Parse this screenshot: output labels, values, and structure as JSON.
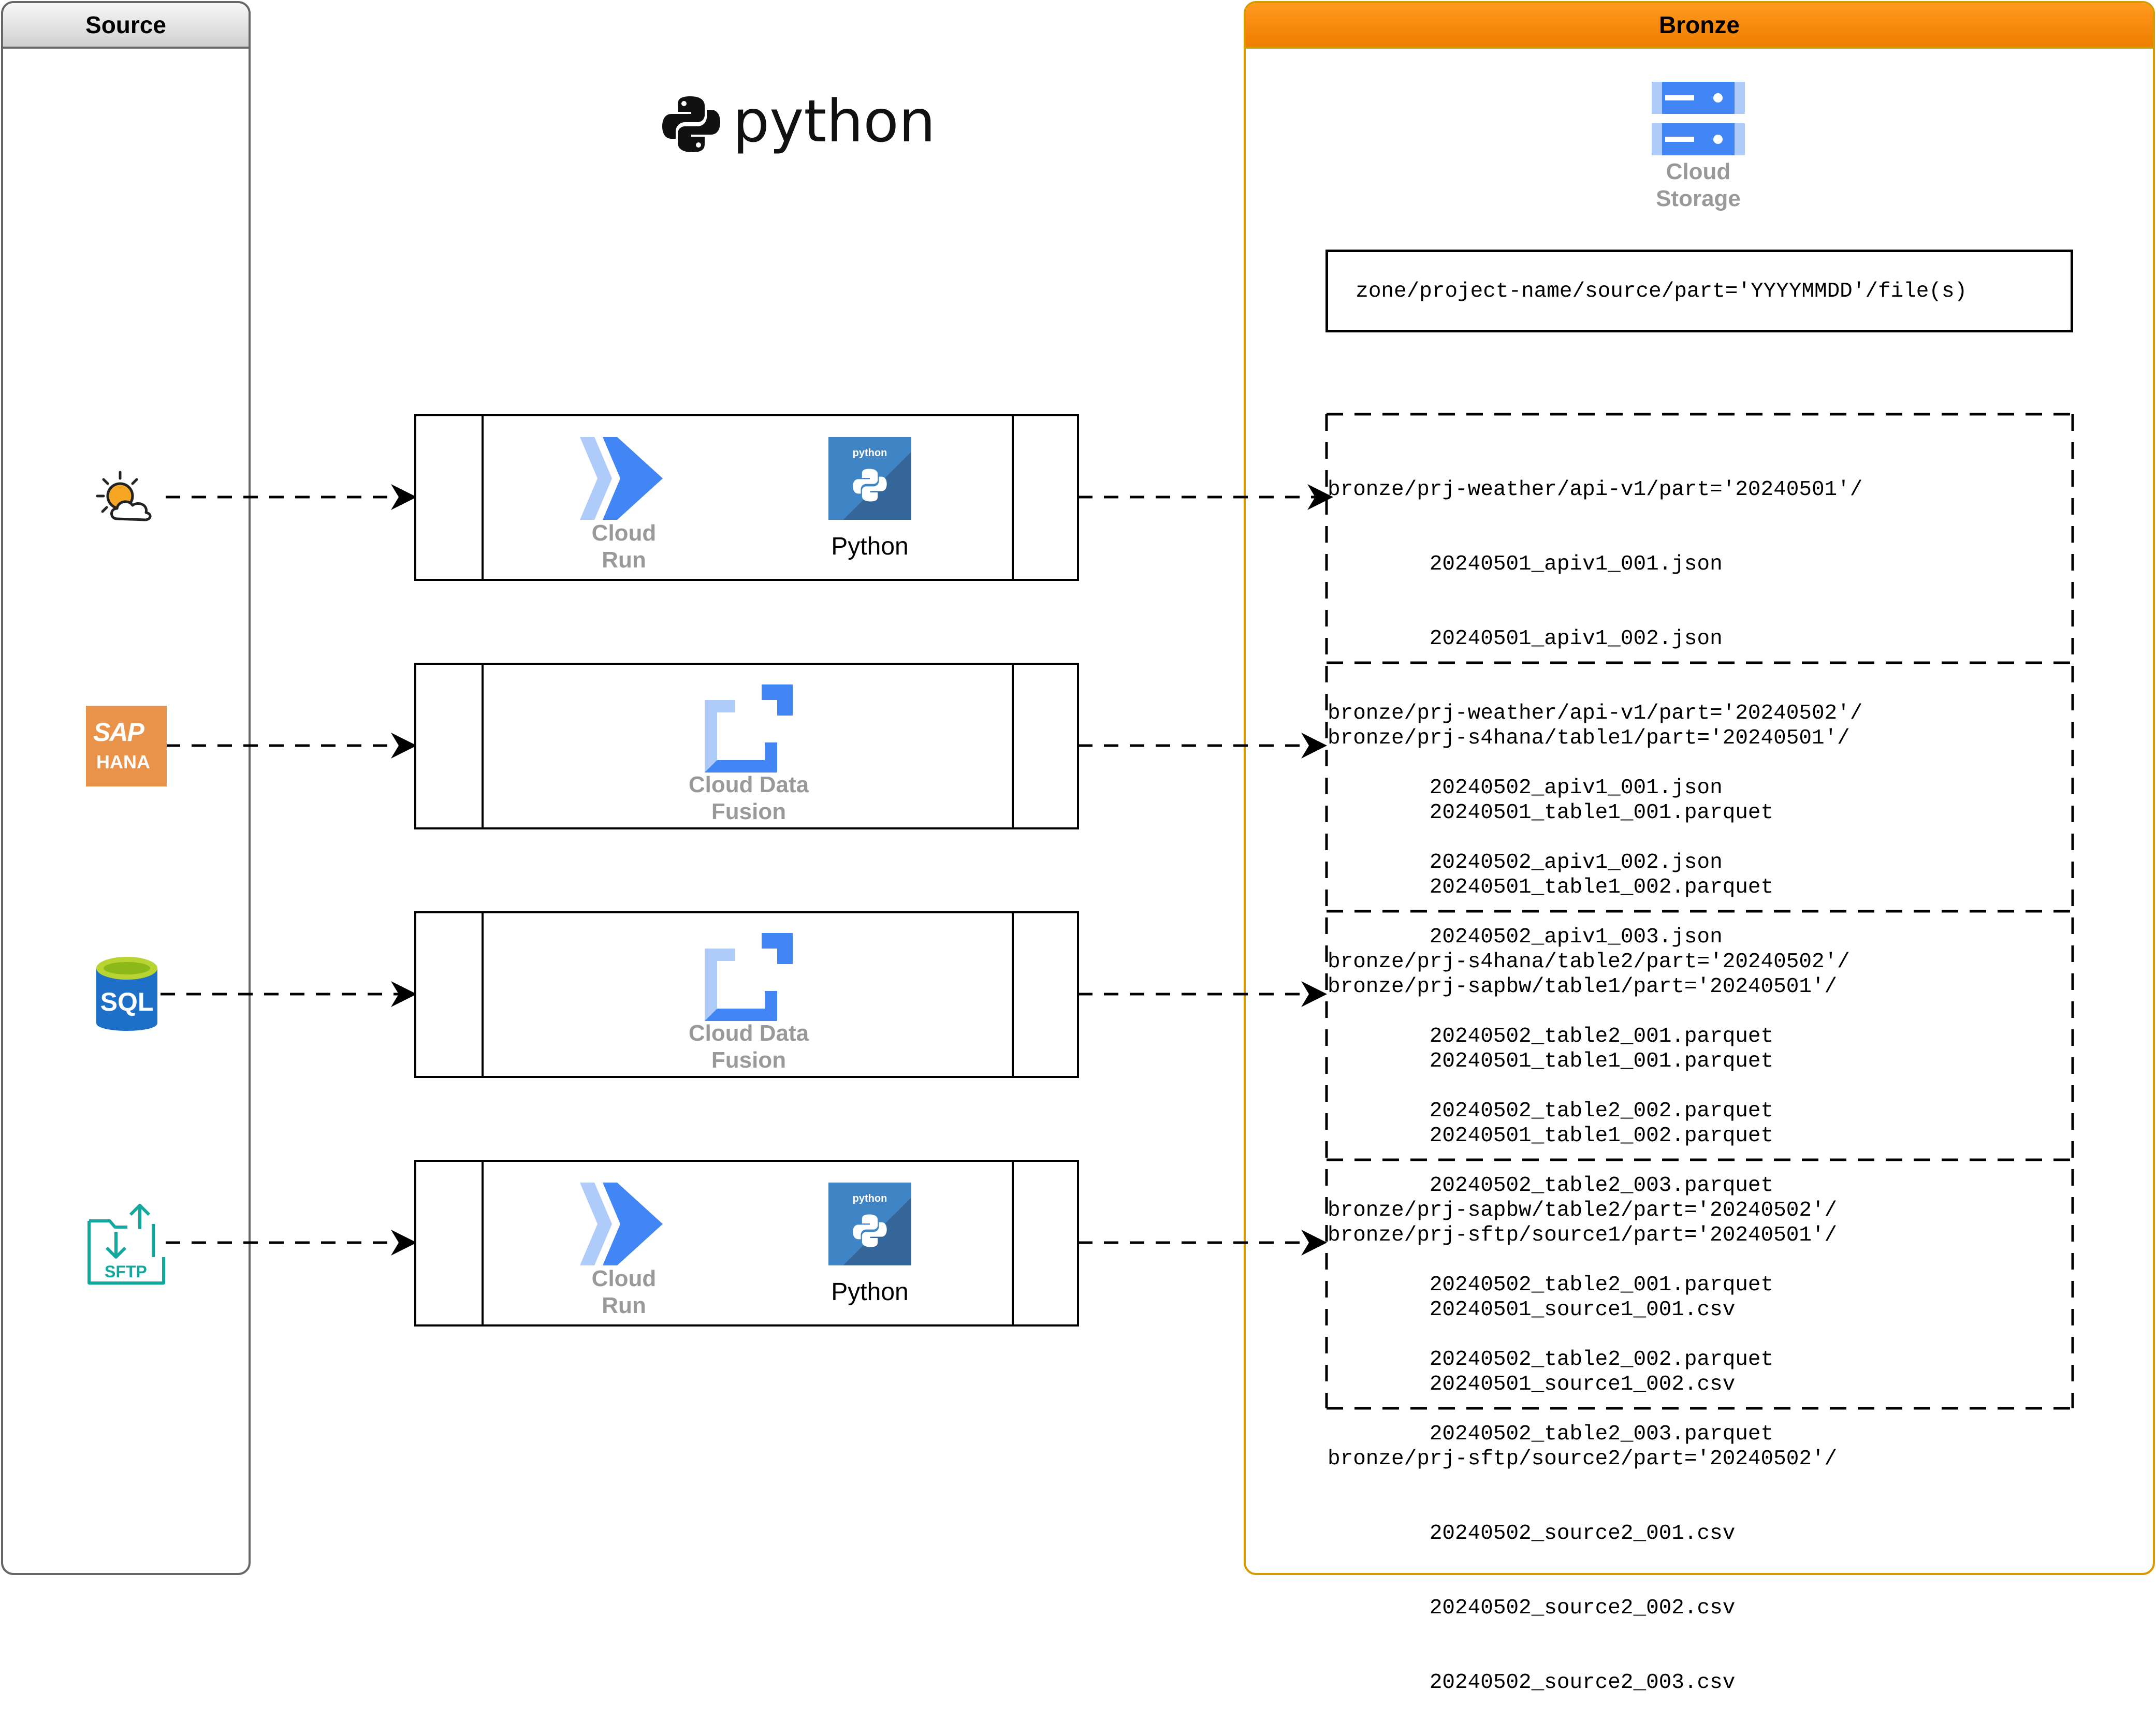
{
  "lanes": {
    "source": {
      "title": "Source"
    },
    "bronze": {
      "title": "Bronze"
    }
  },
  "header_logo": {
    "text": "python",
    "icon": "python-logo-icon"
  },
  "storage": {
    "label_line1": "Cloud",
    "label_line2": "Storage",
    "icon": "cloud-storage-icon"
  },
  "path_template": "zone/project-name/source/part='YYYYMMDD'/file(s)",
  "sources": [
    {
      "name": "weather",
      "icon": "weather-icon"
    },
    {
      "name": "sap-hana",
      "icon": "sap-hana-icon",
      "logo_line1": "SAP",
      "logo_line2": "HANA"
    },
    {
      "name": "sql",
      "icon": "sql-database-icon",
      "logo_text": "SQL"
    },
    {
      "name": "sftp",
      "icon": "sftp-icon",
      "logo_text": "SFTP"
    }
  ],
  "processes": [
    {
      "type": "cloud-run-python",
      "svc_line1": "Cloud",
      "svc_line2": "Run",
      "python_label": "Python",
      "python_badge": "python"
    },
    {
      "type": "data-fusion",
      "svc_line1": "Cloud Data",
      "svc_line2": "Fusion"
    },
    {
      "type": "data-fusion",
      "svc_line1": "Cloud Data",
      "svc_line2": "Fusion"
    },
    {
      "type": "cloud-run-python",
      "svc_line1": "Cloud",
      "svc_line2": "Run",
      "python_label": "Python",
      "python_badge": "python"
    }
  ],
  "outputs": [
    {
      "lines": [
        "bronze/prj-weather/api-v1/part='20240501'/",
        "        20240501_apiv1_001.json",
        "        20240501_apiv1_002.json",
        "bronze/prj-weather/api-v1/part='20240502'/",
        "        20240502_apiv1_001.json",
        "        20240502_apiv1_002.json",
        "        20240502_apiv1_003.json"
      ]
    },
    {
      "lines": [
        "bronze/prj-s4hana/table1/part='20240501'/",
        "        20240501_table1_001.parquet",
        "        20240501_table1_002.parquet",
        "bronze/prj-s4hana/table2/part='20240502'/",
        "        20240502_table2_001.parquet",
        "        20240502_table2_002.parquet",
        "        20240502_table2_003.parquet"
      ]
    },
    {
      "lines": [
        "bronze/prj-sapbw/table1/part='20240501'/",
        "        20240501_table1_001.parquet",
        "        20240501_table1_002.parquet",
        "bronze/prj-sapbw/table2/part='20240502'/",
        "        20240502_table2_001.parquet",
        "        20240502_table2_002.parquet",
        "        20240502_table2_003.parquet"
      ]
    },
    {
      "lines": [
        "bronze/prj-sftp/source1/part='20240501'/",
        "        20240501_source1_001.csv",
        "        20240501_source1_002.csv",
        "bronze/prj-sftp/source2/part='20240502'/",
        "        20240502_source2_001.csv",
        "        20240502_source2_002.csv",
        "        20240502_source2_003.csv"
      ]
    }
  ]
}
